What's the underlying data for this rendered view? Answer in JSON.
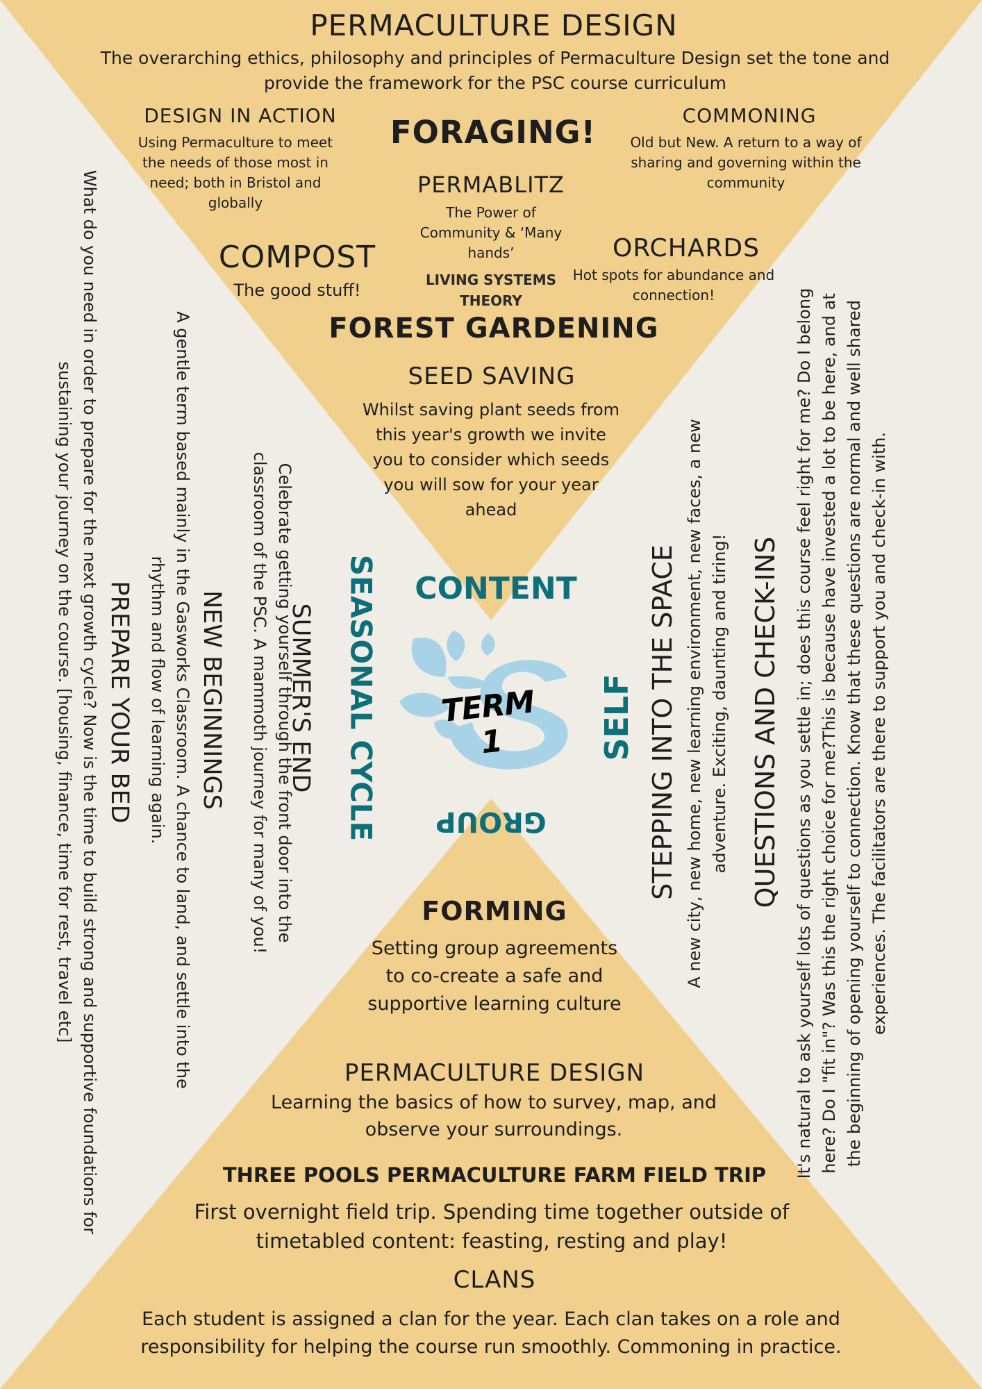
{
  "colors": {
    "background": "#f0ede6",
    "triangle": "#f1d08d",
    "teal": "#0d6f7a",
    "logo": "#a8d3e6"
  },
  "top": {
    "title": "PERMACULTURE DESIGN",
    "intro": "The overarching ethics, philosophy and principles of Permaculture Design set the tone and provide the framework for the PSC course curriculum",
    "design_in_action": {
      "title": "DESIGN IN ACTION",
      "text": "Using Permaculture to meet the needs of those most in need; both in Bristol and globally"
    },
    "foraging": "FORAGING!",
    "commoning": {
      "title": "COMMONING",
      "text": "Old but New. A return to a way of sharing and governing within the community"
    },
    "permablitz": {
      "title": "PERMABLITZ",
      "text": "The Power of Community & ‘Many hands’"
    },
    "living_systems": "LIVING SYSTEMS THEORY",
    "compost": {
      "title": "COMPOST",
      "text": "The good stuff!"
    },
    "orchards": {
      "title": "ORCHARDS",
      "text": "Hot spots for abundance and connection!"
    },
    "forest_gardening": "FOREST GARDENING",
    "seed_saving": {
      "title": "SEED SAVING",
      "text": "Whilst saving plant seeds from this year's growth we invite you to consider which seeds you will sow for your year ahead"
    }
  },
  "center": {
    "content": "CONTENT",
    "seasonal_cycle": "SEASONAL CYCLE",
    "self": "SELF",
    "group": "GROUP",
    "logo_text": "TERM 1"
  },
  "left": {
    "prepare_bed": {
      "title": "PREPARE YOUR BED",
      "text": "What do you need in order to prepare for the next growth cycle? Now is the time to build strong and supportive foundations for sustaining your journey on the course. [housing, finance, time for rest, travel etc]"
    },
    "new_beginnings": {
      "title": "NEW BEGINNINGS",
      "text": "A gentle term based mainly in the Gasworks Classroom. A chance to land, and settle into the rhythm and flow of learning again."
    },
    "summers_end": {
      "title": "SUMMER'S END",
      "text": "Celebrate getting yourself through the front door into the classroom of the PSC. A mammoth journey for many of you!"
    }
  },
  "right": {
    "stepping": {
      "title": "STEPPING INTO THE SPACE",
      "text": "A new city, new home, new learning environment, new faces, a new adventure. Exciting, daunting and tiring!"
    },
    "questions": {
      "title": "QUESTIONS AND CHECK-INS",
      "text": "It's natural to ask yourself lots of questions as you settle in; does this course feel right for me? Do I belong here? Do I \"fit in\"? Was this the right choice for me?This is because have invested a lot to be here, and at the beginning of opening yourself to connection. Know that these questions are normal and well shared experiences. The facilitators are there to support you and check-in with."
    }
  },
  "bottom": {
    "forming": {
      "title": "FORMING",
      "text": "Setting group agreements to co-create a safe and supportive learning culture"
    },
    "permaculture": {
      "title": "PERMACULTURE DESIGN",
      "text": "Learning the basics of how to survey, map, and observe your surroundings."
    },
    "three_pools": {
      "title": "THREE POOLS PERMACULTURE FARM FIELD TRIP",
      "text": "First overnight field trip. Spending time together outside of timetabled content: feasting, resting and play!"
    },
    "clans": {
      "title": "CLANS",
      "text": "Each student is assigned a clan for the year. Each clan takes on a role and responsibility for helping the course run smoothly. Commoning in practice."
    }
  }
}
